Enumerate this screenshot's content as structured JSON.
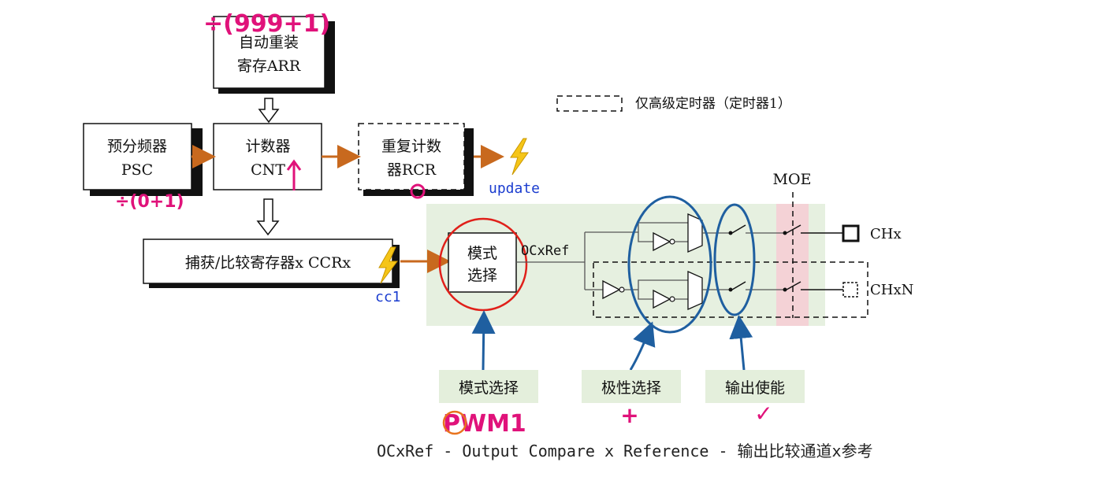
{
  "blocks": {
    "arr": [
      "自动重装",
      "寄存ARR"
    ],
    "psc": [
      "预分频器",
      "PSC"
    ],
    "cnt": [
      "计数器",
      "CNT"
    ],
    "rcr": [
      "重复计数",
      "器RCR"
    ],
    "ccr": "捕获/比较寄存器x CCRx",
    "mode": [
      "模式",
      "选择"
    ]
  },
  "labels": {
    "update": "update",
    "cc1": "cc1",
    "ocxref": "OCxRef",
    "moe": "MOE",
    "chx": "CHx",
    "chxn": "CHxN",
    "legend": "仅高级定时器（定时器1）"
  },
  "tags": {
    "mode_select": "模式选择",
    "polarity_select": "极性选择",
    "output_enable": "输出使能"
  },
  "footer": "OCxRef - Output Compare x Reference - 输出比较通道x参考",
  "annotations": {
    "arr_div": "÷(999+1)",
    "psc_div": "÷(0+1)",
    "pwm": "PWM1",
    "plus": "+",
    "check": "✓"
  },
  "colors": {
    "arrow": "#c8691e",
    "blue_ink": "#1f5fa0",
    "red_ink": "#e0201a",
    "pink_ink": "#e0127a",
    "green_panel": "#e6f0e0",
    "moe_band": "#f4d2d6",
    "bolt": "#f5c518",
    "tag_bg": "#e4efdc",
    "link_text": "#1a3ccf"
  }
}
